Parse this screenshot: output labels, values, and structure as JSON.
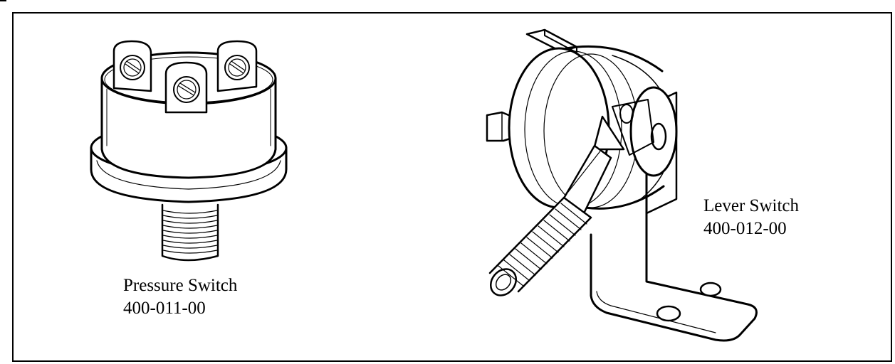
{
  "figure": {
    "parts": [
      {
        "id": "pressure-switch",
        "name": "Pressure Switch",
        "part_number": "400-011-00"
      },
      {
        "id": "lever-switch",
        "name": "Lever Switch",
        "part_number": "400-012-00"
      }
    ],
    "colors": {
      "line": "#000000",
      "background": "#ffffff"
    }
  }
}
